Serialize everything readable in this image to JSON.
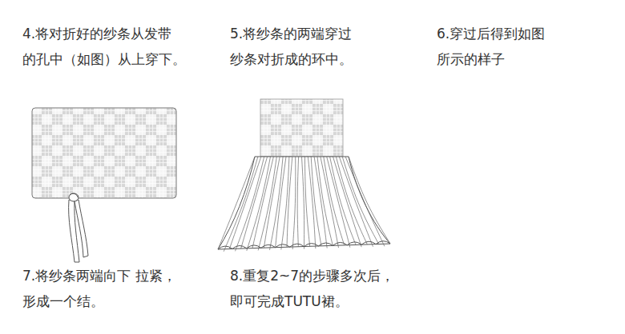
{
  "diagram": {
    "labels": [
      "4.将对折好的纱条从发带 的孔中（如图）从上穿下。",
      "5.将纱条的两端穿过 纱条对折成的环中。",
      "6.穿过后得到如图 所示的样子",
      "7.将纱条两端向下 拉紧，形成一个结。",
      "8.重复2~7的步骤多次后， 即可完成TUTU裙。"
    ]
  }
}
